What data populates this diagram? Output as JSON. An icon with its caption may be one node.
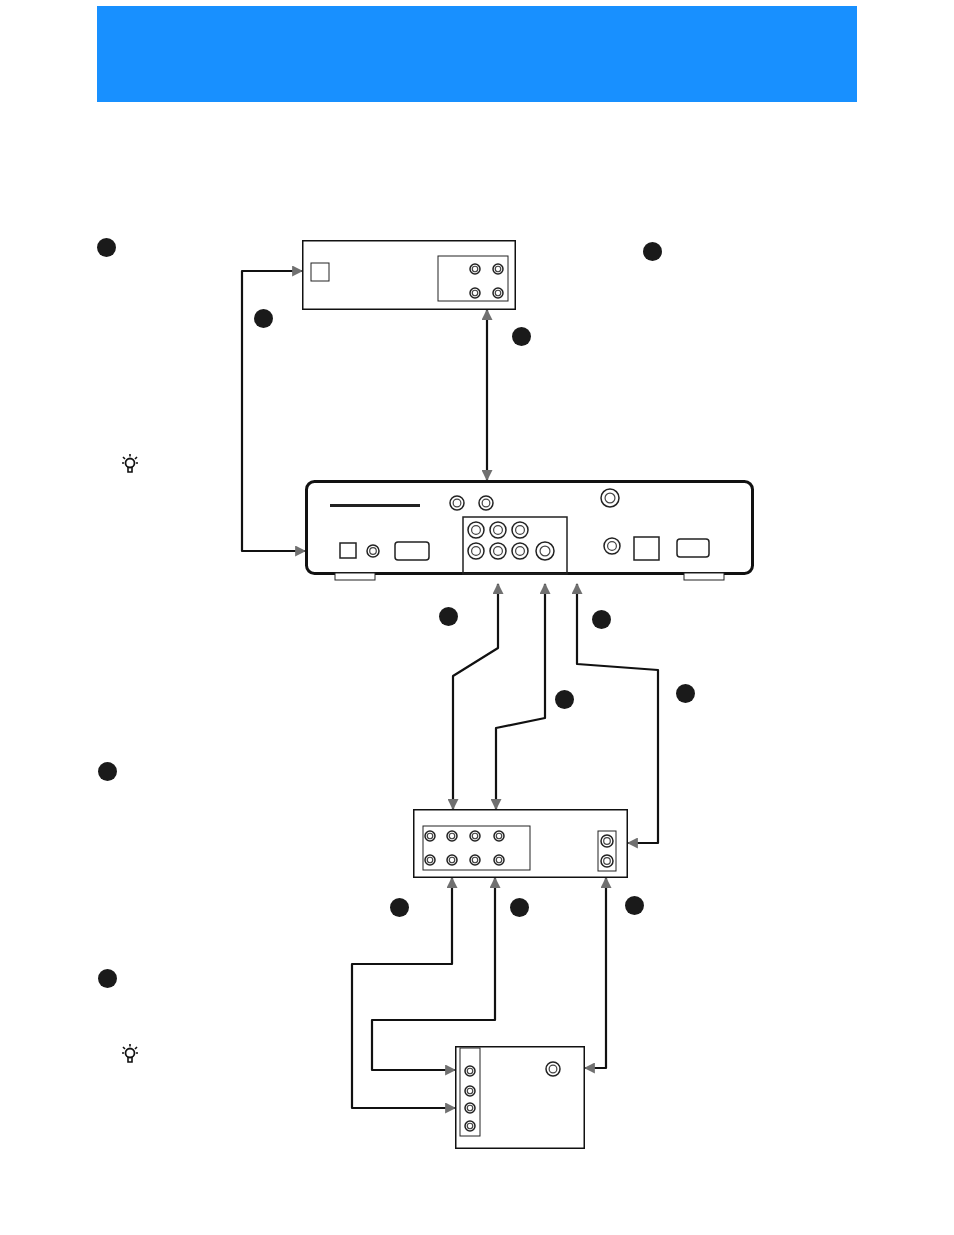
{
  "diagram": {
    "nodes": [
      {
        "text": [],
        "shape": "box"
      },
      {
        "text": [],
        "shape": "box"
      },
      {
        "text": [],
        "shape": "box"
      },
      {
        "text": [],
        "shape": "box"
      }
    ],
    "edges": [
      {
        "from": 1,
        "to": 0,
        "arrow": "both"
      },
      {
        "from": 1,
        "to": 0,
        "arrow": "both"
      },
      {
        "from": 1,
        "to": 2,
        "arrow": "both"
      },
      {
        "from": 1,
        "to": 2,
        "arrow": "both"
      },
      {
        "from": 1,
        "to": 2,
        "arrow": "both"
      },
      {
        "from": 2,
        "to": 3,
        "arrow": "both"
      },
      {
        "from": 2,
        "to": 3,
        "arrow": "both"
      },
      {
        "from": 2,
        "to": 3,
        "arrow": "both"
      }
    ]
  }
}
